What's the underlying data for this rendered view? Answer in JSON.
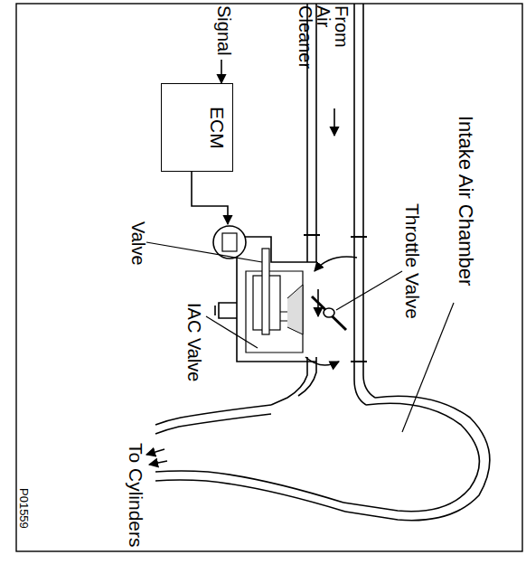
{
  "diagram": {
    "nodes": [
      {
        "text": [
          "ECM"
        ]
      }
    ],
    "edges": [],
    "labels": [
      "Signal",
      "From Air Cleaner",
      "Throttle Valve",
      "Intake Air Chamber",
      "Valve",
      "IAC Valve",
      "To Cylinders",
      "P01559"
    ]
  }
}
